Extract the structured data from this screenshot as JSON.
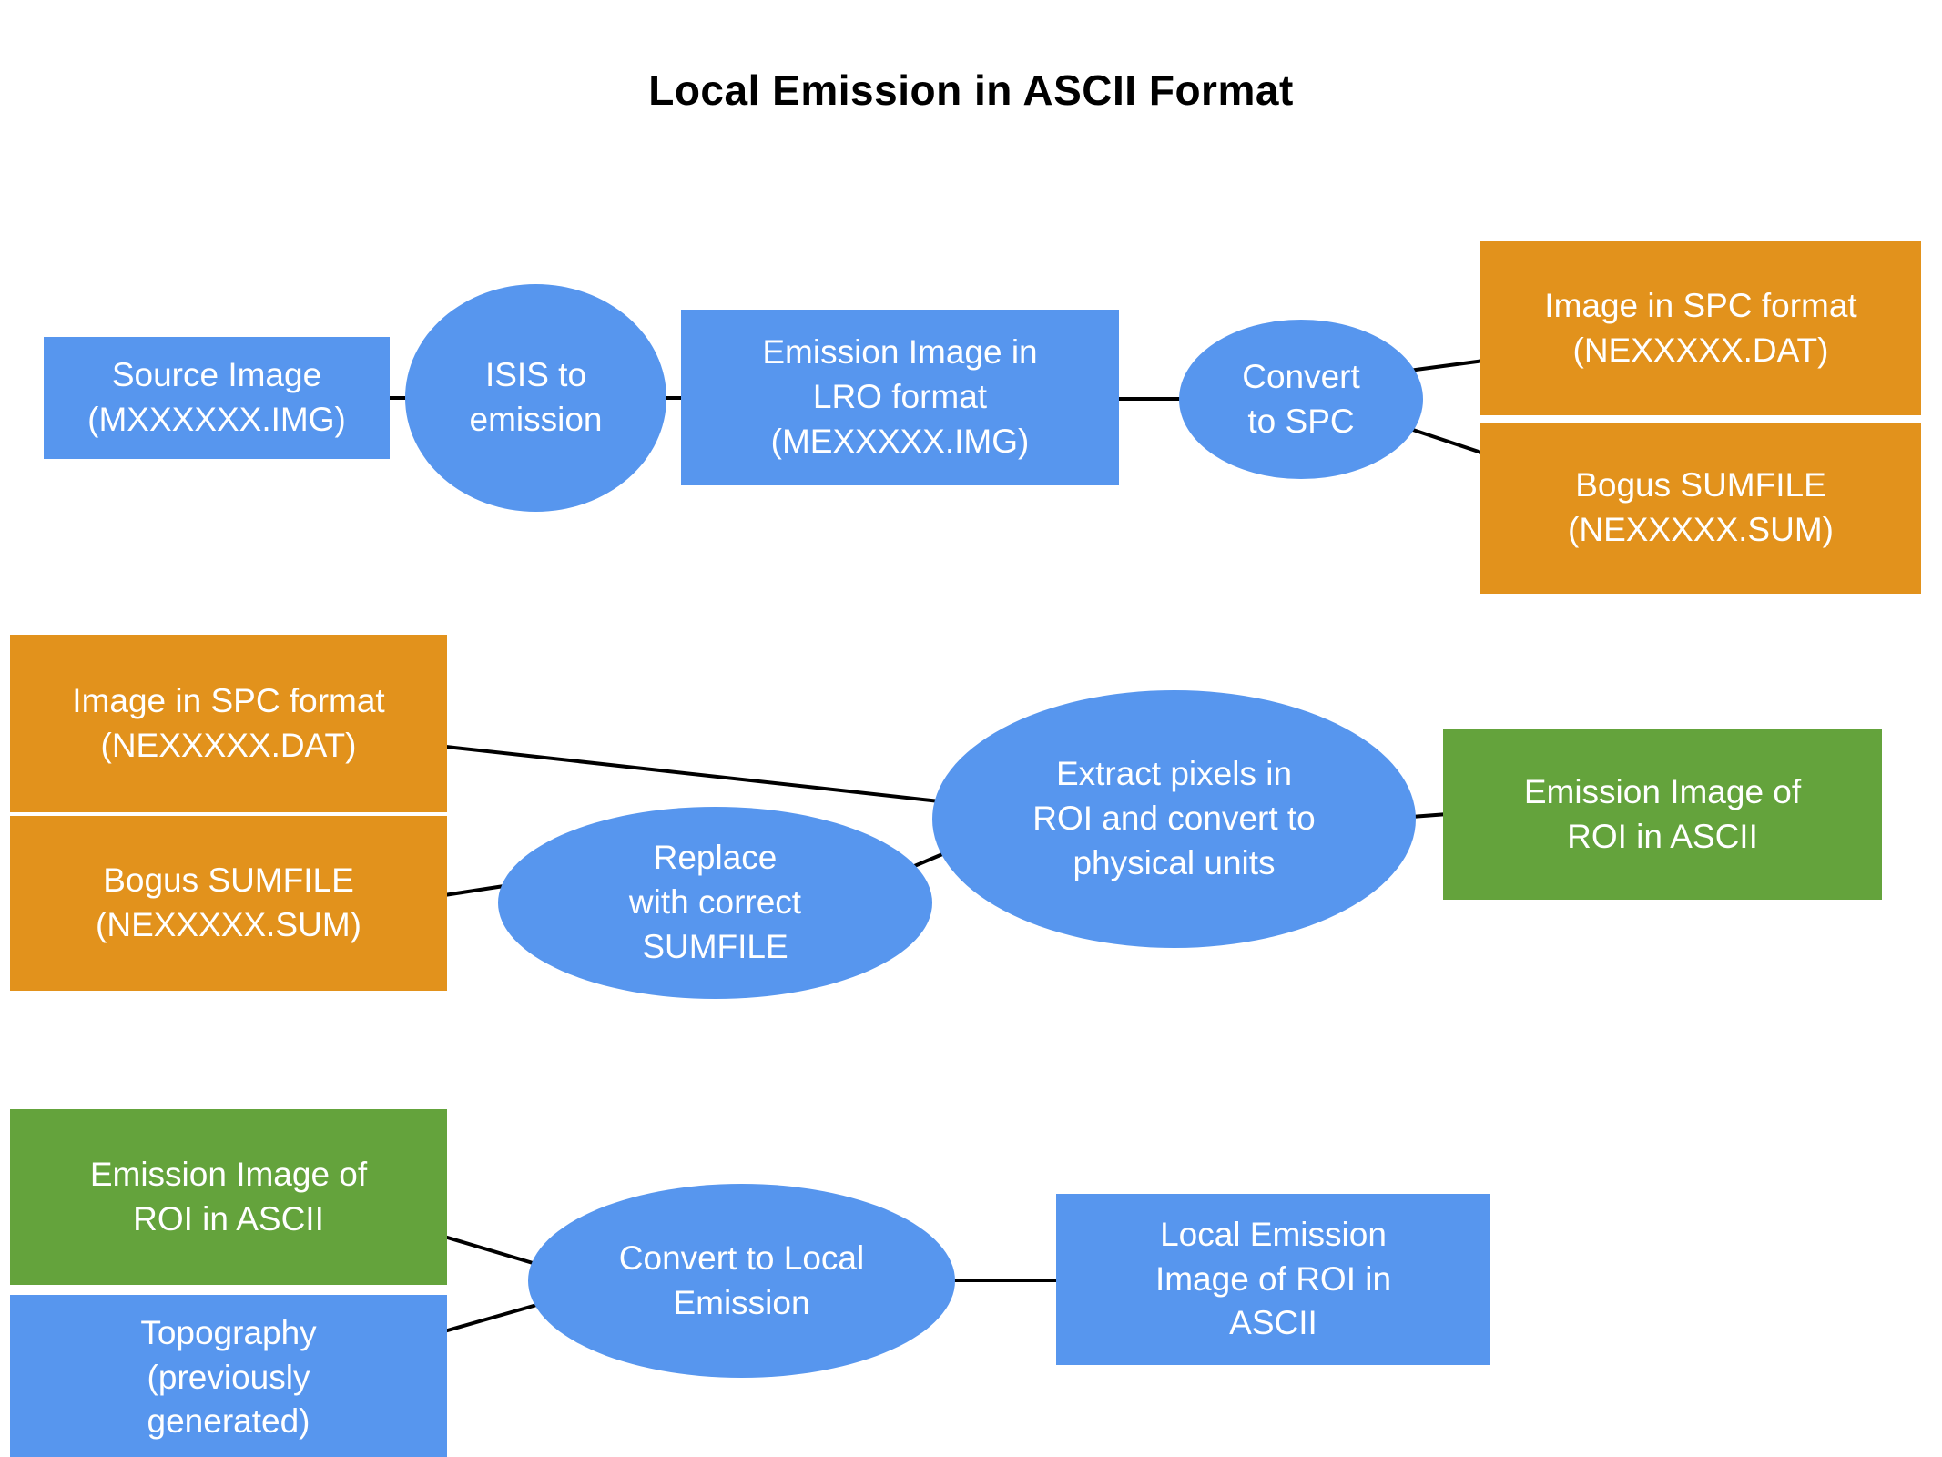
{
  "title": "Local Emission in ASCII Format",
  "colors": {
    "blue": "#5796EE",
    "orange": "#E2921C",
    "green": "#64A33C",
    "line": "#000000",
    "text": "#FFFFFF",
    "title_text": "#000000",
    "background": "#FFFFFF"
  },
  "nodes": {
    "source_image": {
      "label": "Source Image\n(MXXXXXX.IMG)",
      "shape": "rect",
      "color": "blue"
    },
    "isis_to_emission": {
      "label": "ISIS to\nemission",
      "shape": "ellipse",
      "color": "blue"
    },
    "emission_lro": {
      "label": "Emission Image in\nLRO format\n(MEXXXXX.IMG)",
      "shape": "rect",
      "color": "blue"
    },
    "convert_to_spc": {
      "label": "Convert\nto SPC",
      "shape": "ellipse",
      "color": "blue"
    },
    "spc_image_top": {
      "label": "Image in SPC format\n(NEXXXXX.DAT)",
      "shape": "rect",
      "color": "orange"
    },
    "bogus_sumfile_top": {
      "label": "Bogus SUMFILE\n(NEXXXXX.SUM)",
      "shape": "rect",
      "color": "orange"
    },
    "spc_image_mid": {
      "label": "Image in SPC format\n(NEXXXXX.DAT)",
      "shape": "rect",
      "color": "orange"
    },
    "bogus_sumfile_mid": {
      "label": "Bogus SUMFILE\n(NEXXXXX.SUM)",
      "shape": "rect",
      "color": "orange"
    },
    "replace_sumfile": {
      "label": "Replace\nwith correct\nSUMFILE",
      "shape": "ellipse",
      "color": "blue"
    },
    "extract_pixels": {
      "label": "Extract pixels in\nROI and convert to\nphysical units",
      "shape": "ellipse",
      "color": "blue"
    },
    "emission_roi_mid": {
      "label": "Emission Image of\nROI in ASCII",
      "shape": "rect",
      "color": "green"
    },
    "emission_roi_bottom": {
      "label": "Emission Image of\nROI in ASCII",
      "shape": "rect",
      "color": "green"
    },
    "topography": {
      "label": "Topography\n(previously\ngenerated)",
      "shape": "rect",
      "color": "blue"
    },
    "convert_local": {
      "label": "Convert to Local\nEmission",
      "shape": "ellipse",
      "color": "blue"
    },
    "local_emission_ascii": {
      "label": "Local Emission\nImage of ROI in\nASCII",
      "shape": "rect",
      "color": "blue"
    }
  },
  "edges": [
    {
      "from": "source_image",
      "to": "isis_to_emission"
    },
    {
      "from": "isis_to_emission",
      "to": "emission_lro"
    },
    {
      "from": "emission_lro",
      "to": "convert_to_spc"
    },
    {
      "from": "convert_to_spc",
      "to": "spc_image_top"
    },
    {
      "from": "convert_to_spc",
      "to": "bogus_sumfile_top"
    },
    {
      "from": "spc_image_mid",
      "to": "extract_pixels"
    },
    {
      "from": "bogus_sumfile_mid",
      "to": "replace_sumfile"
    },
    {
      "from": "replace_sumfile",
      "to": "extract_pixels"
    },
    {
      "from": "extract_pixels",
      "to": "emission_roi_mid"
    },
    {
      "from": "emission_roi_bottom",
      "to": "convert_local"
    },
    {
      "from": "topography",
      "to": "convert_local"
    },
    {
      "from": "convert_local",
      "to": "local_emission_ascii"
    }
  ]
}
